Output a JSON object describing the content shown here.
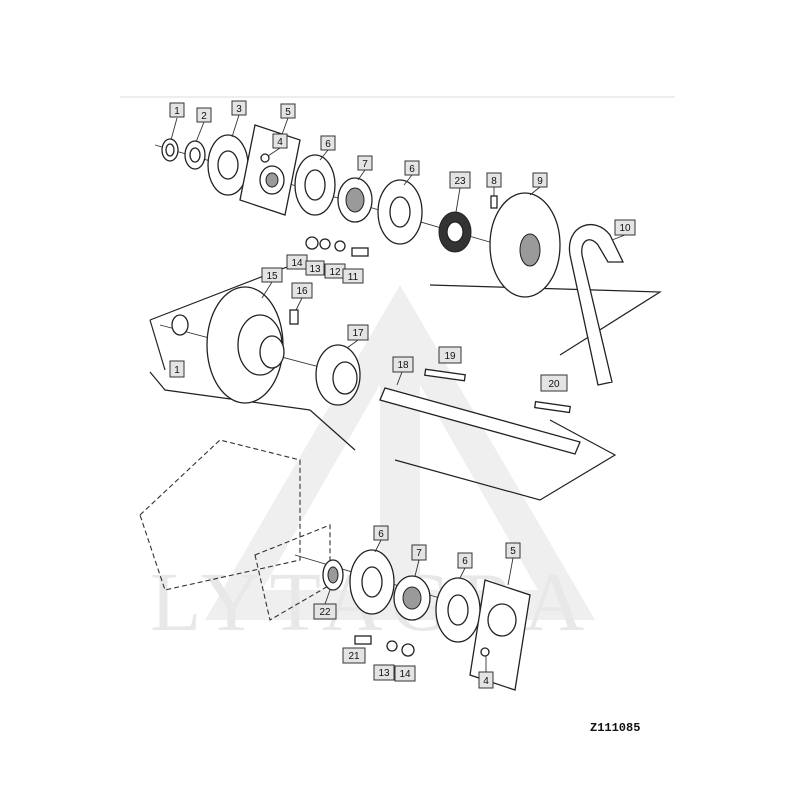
{
  "drawing_ref": "Z111085",
  "watermark_text": "LYTAGRA",
  "callout_fill": "#e4e4e4",
  "callouts": [
    {
      "id": "c1-top",
      "label": "1"
    },
    {
      "id": "c2",
      "label": "2"
    },
    {
      "id": "c3",
      "label": "3"
    },
    {
      "id": "c5-top",
      "label": "5"
    },
    {
      "id": "c4-top",
      "label": "4"
    },
    {
      "id": "c6-a",
      "label": "6"
    },
    {
      "id": "c7-top",
      "label": "7"
    },
    {
      "id": "c6-b",
      "label": "6"
    },
    {
      "id": "c23",
      "label": "23"
    },
    {
      "id": "c8",
      "label": "8"
    },
    {
      "id": "c9",
      "label": "9"
    },
    {
      "id": "c10",
      "label": "10"
    },
    {
      "id": "c14-top",
      "label": "14"
    },
    {
      "id": "c13-top",
      "label": "13"
    },
    {
      "id": "c12",
      "label": "12"
    },
    {
      "id": "c11",
      "label": "11"
    },
    {
      "id": "c15",
      "label": "15"
    },
    {
      "id": "c16",
      "label": "16"
    },
    {
      "id": "c1-mid",
      "label": "1"
    },
    {
      "id": "c17",
      "label": "17"
    },
    {
      "id": "c19",
      "label": "19"
    },
    {
      "id": "c18",
      "label": "18"
    },
    {
      "id": "c20",
      "label": "20"
    },
    {
      "id": "c6-c",
      "label": "6"
    },
    {
      "id": "c7-bot",
      "label": "7"
    },
    {
      "id": "c6-d",
      "label": "6"
    },
    {
      "id": "c5-bot",
      "label": "5"
    },
    {
      "id": "c22",
      "label": "22"
    },
    {
      "id": "c21",
      "label": "21"
    },
    {
      "id": "c13-bot",
      "label": "13"
    },
    {
      "id": "c14-bot",
      "label": "14"
    },
    {
      "id": "c4-bot",
      "label": "4"
    }
  ]
}
